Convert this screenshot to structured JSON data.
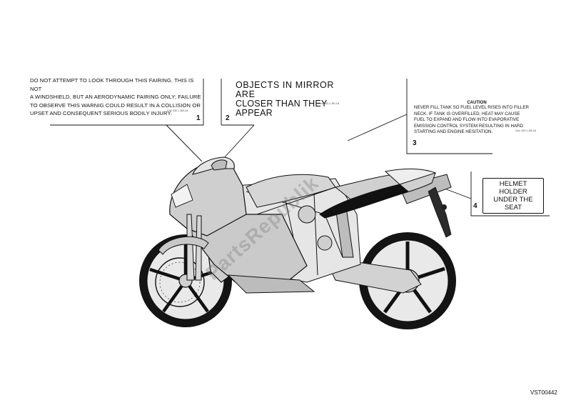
{
  "labels": {
    "fairing": {
      "number": "1",
      "lines": [
        "DO NOT ATTEMPT TO LOOK THROUGH THIS FAIRING. THIS IS NOT",
        "A WINDSHIELD, BUT AN AERODYNAMIC FAIRING ONLY; FAILURE",
        "TO OBSERVE THIS WARNIG COULD RESULT IN A COLLISION OR",
        "UPSET AND CONSEQUENT SERIOUS BODILY INJURY."
      ],
      "code": "Cod. 432.1.160.1A"
    },
    "mirror": {
      "number": "2",
      "lines": [
        "OBJECTS IN MIRROR ARE",
        "CLOSER THAN THEY APPEAR"
      ],
      "code": "Cod. 432.1.161.1A"
    },
    "caution": {
      "number": "3",
      "title": "CAUTION",
      "lines": [
        "NEVER FILL TANK SO FUEL LEVEL RISES INTO FILLER",
        "NECK. IF TANK IS OVERFILLED, HEAT MAY CAUSE",
        "FUEL TO EXPAND AND FLOW INTO EVAPORATIVE",
        "EMISSION CONTROL SYSTEM RESULTING IN HARD",
        "STARTING AND ENGINE HESITATION."
      ],
      "code": "Cod. 432.1.162.1A"
    },
    "helmet": {
      "number": "4",
      "lines": [
        "HELMET HOLDER",
        "UNDER THE SEAT"
      ]
    }
  },
  "watermark": "PartsRepublik",
  "reference": "VST00442",
  "colors": {
    "line": "#111111",
    "body_fill": "#cfcfcf",
    "seat_fill": "#111111",
    "tire": "#141414"
  }
}
